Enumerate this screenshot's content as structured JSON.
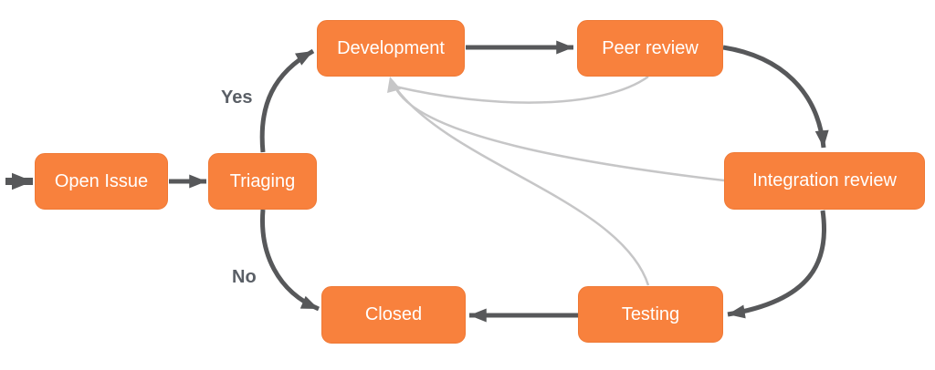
{
  "diagram": {
    "colors": {
      "background": "#FFFFFF",
      "node_fill": "#F8813D",
      "node_border": "#EF7935",
      "node_text": "#FFFFFF",
      "edge_dark": "#57585A",
      "edge_light": "#C6C6C7",
      "edge_label_text": "#5A5F66"
    },
    "nodes": [
      {
        "id": "open-issue",
        "label": "Open Issue"
      },
      {
        "id": "triaging",
        "label": "Triaging"
      },
      {
        "id": "development",
        "label": "Development"
      },
      {
        "id": "peer-review",
        "label": "Peer review"
      },
      {
        "id": "integration-review",
        "label": "Integration review"
      },
      {
        "id": "testing",
        "label": "Testing"
      },
      {
        "id": "closed",
        "label": "Closed"
      }
    ],
    "edge_labels": {
      "yes": "Yes",
      "no": "No"
    },
    "edges": [
      {
        "from": "start",
        "to": "open-issue",
        "style": "dark"
      },
      {
        "from": "open-issue",
        "to": "triaging",
        "style": "dark"
      },
      {
        "from": "triaging",
        "to": "development",
        "label": "Yes",
        "style": "dark"
      },
      {
        "from": "development",
        "to": "peer-review",
        "style": "dark"
      },
      {
        "from": "peer-review",
        "to": "integration-review",
        "style": "dark"
      },
      {
        "from": "integration-review",
        "to": "testing",
        "style": "dark"
      },
      {
        "from": "testing",
        "to": "closed",
        "style": "dark"
      },
      {
        "from": "triaging",
        "to": "closed",
        "label": "No",
        "style": "dark"
      },
      {
        "from": "peer-review",
        "to": "development",
        "style": "light-feedback"
      },
      {
        "from": "integration-review",
        "to": "development",
        "style": "light-feedback"
      },
      {
        "from": "testing",
        "to": "development",
        "style": "light-feedback"
      }
    ]
  }
}
